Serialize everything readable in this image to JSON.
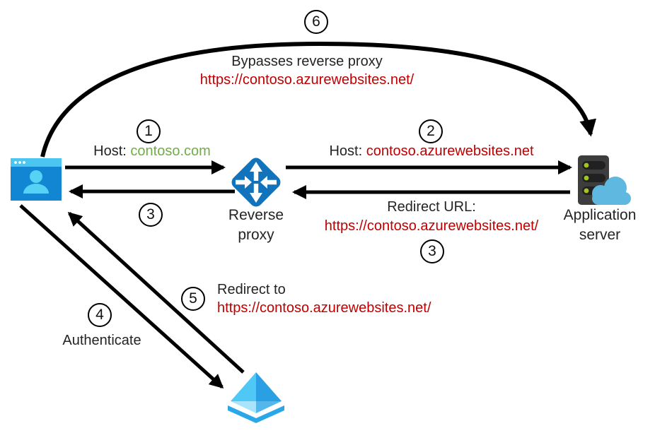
{
  "colors": {
    "arrow": "#000000",
    "url_red": "#C00000",
    "host_green": "#70AD47",
    "proxy_diamond_blue": "#1173BC",
    "proxy_arrow_white": "#ffffff",
    "client_window_blue": "#1286D2",
    "client_titlebar_cyan": "#4CC6F0",
    "client_person_cyan": "#55D2F4",
    "server_rack_gray": "#3D3D3D",
    "server_slot_dark": "#212121",
    "server_led_green": "#A3C521",
    "server_cloud_blue": "#5FB8E0",
    "ad_face_upper_left": "#50C8F5",
    "ad_face_upper_right": "#2B9FE4",
    "ad_face_lower_left": "#A9E4FA",
    "ad_face_lower_right": "#53B7EC",
    "ad_base_rim": "#2BA7E8"
  },
  "nodes": {
    "client": {
      "icon": "browser-user-icon"
    },
    "reverse_proxy": {
      "icon": "router-icon",
      "label_line1": "Reverse",
      "label_line2": "proxy"
    },
    "app_server": {
      "icon": "server-cloud-icon",
      "label_line1": "Application",
      "label_line2": "server"
    },
    "identity_provider": {
      "icon": "azure-ad-icon"
    }
  },
  "steps": {
    "s1": {
      "num": "1",
      "prefix": "Host: ",
      "value": "contoso.com"
    },
    "s2": {
      "num": "2",
      "prefix": "Host: ",
      "value": "contoso.azurewebsites.net"
    },
    "s3_client": {
      "num": "3"
    },
    "s3_proxy": {
      "num": "3",
      "line1": "Redirect URL:",
      "line2": "https://contoso.azurewebsites.net/"
    },
    "s4": {
      "num": "4",
      "label": "Authenticate"
    },
    "s5": {
      "num": "5",
      "line1": "Redirect to",
      "line2": "https://contoso.azurewebsites.net/"
    },
    "s6": {
      "num": "6",
      "line1": "Bypasses reverse proxy",
      "line2": "https://contoso.azurewebsites.net/"
    }
  }
}
